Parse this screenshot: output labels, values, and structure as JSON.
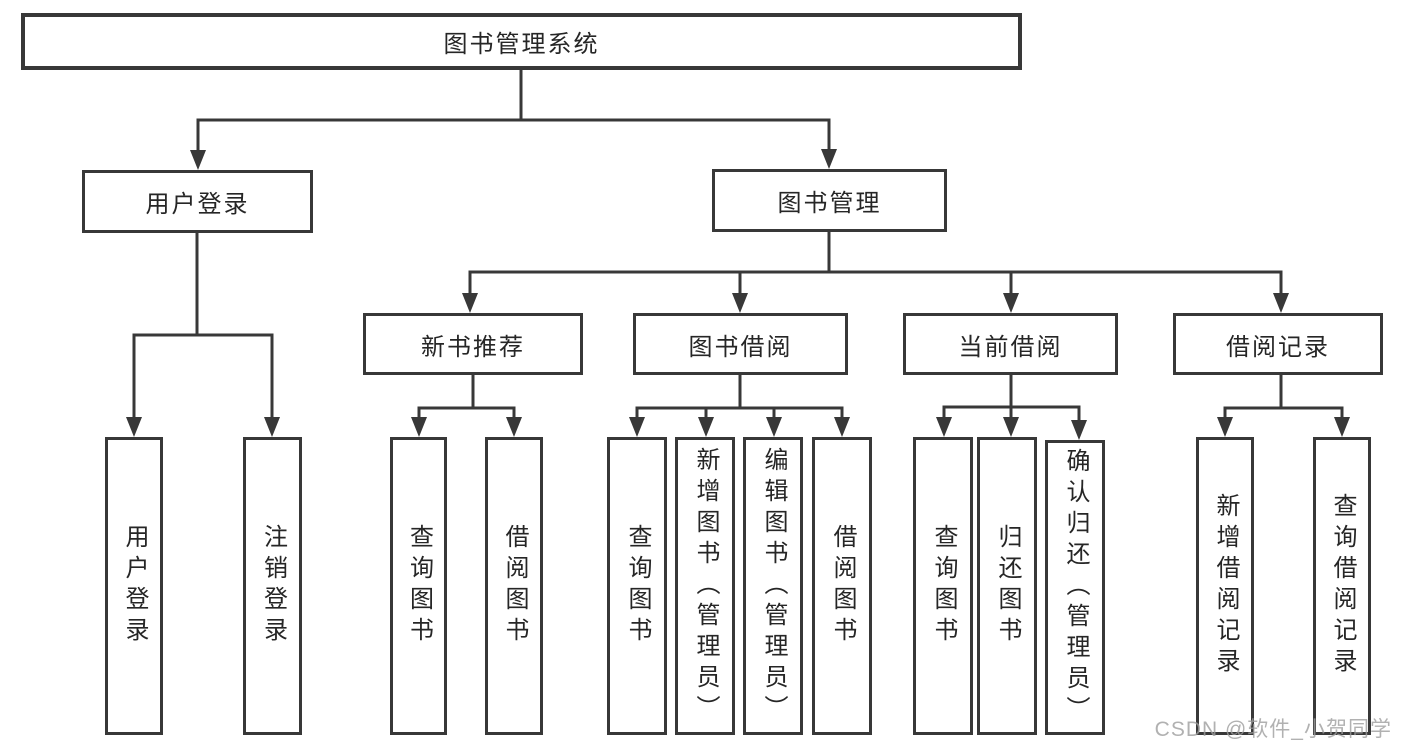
{
  "diagram": {
    "title": "图书管理系统",
    "type": "function-structure-tree",
    "colors": {
      "line": "#383838",
      "box_border": "#383838",
      "text": "#262626",
      "background": "#ffffff",
      "watermark": "#9e9e9e"
    },
    "nodes": {
      "root": {
        "label": "图书管理系统"
      },
      "branches": [
        {
          "label": "用户登录",
          "children": [
            {
              "label": "用户登录"
            },
            {
              "label": "注销登录"
            }
          ]
        },
        {
          "label": "图书管理",
          "children": [
            {
              "label": "新书推荐",
              "children": [
                {
                  "label": "查询图书"
                },
                {
                  "label": "借阅图书"
                }
              ]
            },
            {
              "label": "图书借阅",
              "children": [
                {
                  "label": "查询图书"
                },
                {
                  "label": "新增图书（管理员）"
                },
                {
                  "label": "编辑图书（管理员）"
                },
                {
                  "label": "借阅图书"
                }
              ]
            },
            {
              "label": "当前借阅",
              "children": [
                {
                  "label": "查询图书"
                },
                {
                  "label": "归还图书"
                },
                {
                  "label": "确认归还（管理员）"
                }
              ]
            },
            {
              "label": "借阅记录",
              "children": [
                {
                  "label": "新增借阅记录"
                },
                {
                  "label": "查询借阅记录"
                }
              ]
            }
          ]
        }
      ]
    },
    "watermark": "CSDN @软件_小贺同学"
  }
}
